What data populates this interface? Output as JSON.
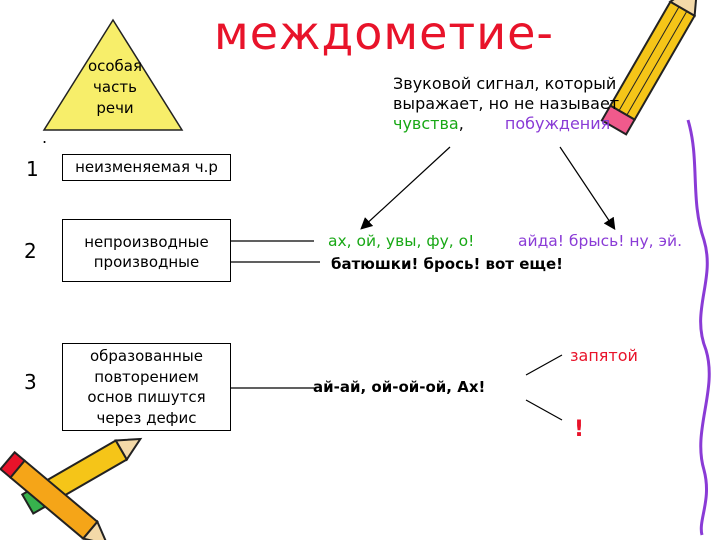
{
  "title": "междометие-",
  "triangle_text": [
    "особая",
    "часть",
    "речи"
  ],
  "definition": {
    "line1": "Звуковой сигнал, который",
    "line2": "выражает, но не называет",
    "feelings": "чувства",
    "comma": ",",
    "urges": "побуждения"
  },
  "dot": ".",
  "rows": [
    {
      "number": "1",
      "box": [
        "неизменяемая ч.р"
      ]
    },
    {
      "number": "2",
      "box": [
        "непроизводные",
        "производные"
      ]
    },
    {
      "number": "3",
      "box": [
        "образованные",
        "повторением",
        "основ пишутся",
        "через дефис"
      ]
    }
  ],
  "examples": {
    "feelings": "ах, ой, увы, фу, о!",
    "urges": "айда! брысь! ну, эй.",
    "derived": "батюшки! брось! вот еще!",
    "repeated": "ай-ай, ой-ой-ой, Ах!"
  },
  "punctuation": {
    "comma_label": "запятой",
    "exclamation": "!"
  },
  "colors": {
    "title": "#e8132a",
    "feelings": "#18a815",
    "urges": "#8a3bd6",
    "triangle": "#f7ee6a"
  }
}
